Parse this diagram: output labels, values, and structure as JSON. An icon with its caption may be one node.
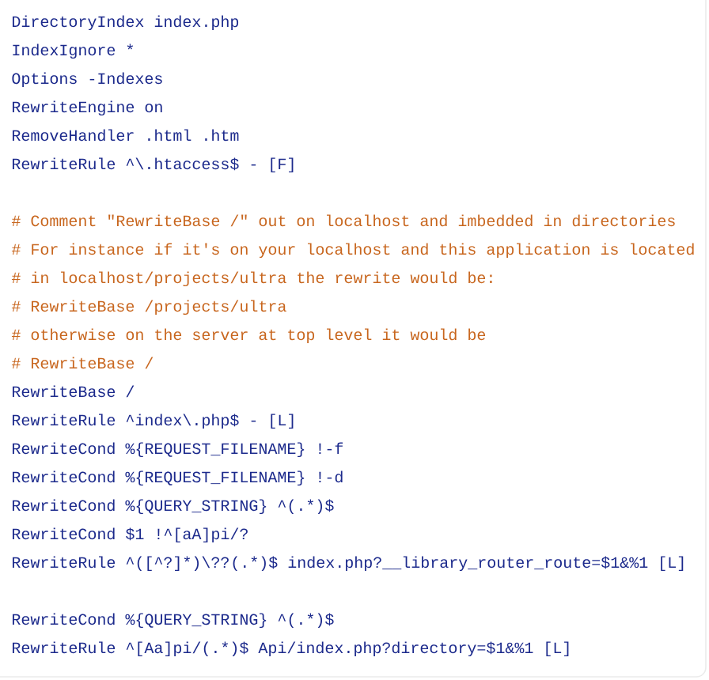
{
  "diagram": {
    "labels": [
      "DirectoryIndex index.php",
      "IndexIgnore *",
      "Options -Indexes",
      "RewriteEngine on",
      "RemoveHandler .html .htm",
      "RewriteRule ^\\.htaccess$ - [F]",
      "# Comment \"RewriteBase /\" out on localhost and imbedded in directories",
      "# For instance if it's on your localhost and this application is located",
      "# in localhost/projects/ultra the rewrite would be:",
      "# RewriteBase /projects/ultra",
      "# otherwise on the server at top level it would be",
      "# RewriteBase /",
      "RewriteBase /",
      "RewriteRule ^index\\.php$ - [L]",
      "RewriteCond %{REQUEST_FILENAME} !-f",
      "RewriteCond %{REQUEST_FILENAME} !-d",
      "RewriteCond %{QUERY_STRING} ^(.*)$",
      "RewriteCond $1 !^[aA]pi/?",
      "RewriteRule ^([^?]*)\\??",
      "(.*)$ index.php?__library_router_route=$1&%1 [L]",
      "RewriteCond %{QUERY_STRING} ^(.*)$",
      "RewriteRule ^[Aa]pi/(.*)$ Api/index.php?directory=$1&%1 [L]"
    ]
  }
}
